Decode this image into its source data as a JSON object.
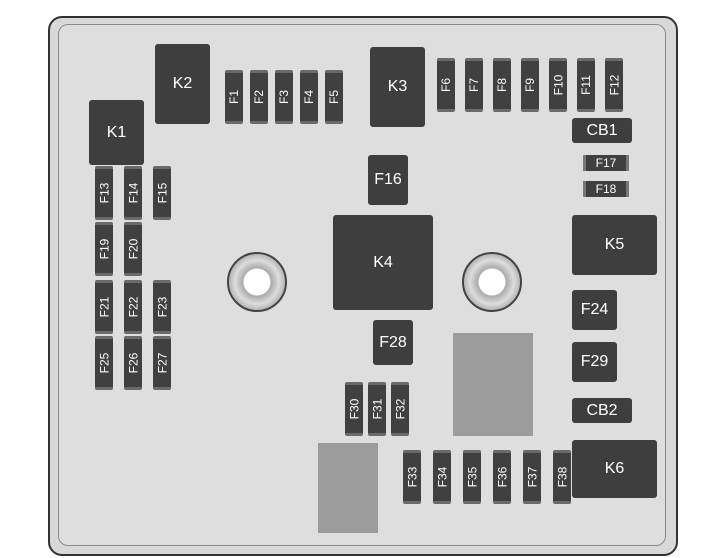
{
  "relays": {
    "k1": "K1",
    "k2": "K2",
    "k3": "K3",
    "k4": "K4",
    "k5": "K5",
    "k6": "K6"
  },
  "breakers": {
    "cb1": "CB1",
    "cb2": "CB2"
  },
  "fuses": {
    "f1": "F1",
    "f2": "F2",
    "f3": "F3",
    "f4": "F4",
    "f5": "F5",
    "f6": "F6",
    "f7": "F7",
    "f8": "F8",
    "f9": "F9",
    "f10": "F10",
    "f11": "F11",
    "f12": "F12",
    "f13": "F13",
    "f14": "F14",
    "f15": "F15",
    "f16": "F16",
    "f17": "F17",
    "f18": "F18",
    "f19": "F19",
    "f20": "F20",
    "f21": "F21",
    "f22": "F22",
    "f23": "F23",
    "f24": "F24",
    "f25": "F25",
    "f26": "F26",
    "f27": "F27",
    "f28": "F28",
    "f29": "F29",
    "f30": "F30",
    "f31": "F31",
    "f32": "F32",
    "f33": "F33",
    "f34": "F34",
    "f35": "F35",
    "f36": "F36",
    "f37": "F37",
    "f38": "F38"
  },
  "colors": {
    "component": "#3e3e3e",
    "housing": "#dedede",
    "blank": "#9c9c9c"
  }
}
